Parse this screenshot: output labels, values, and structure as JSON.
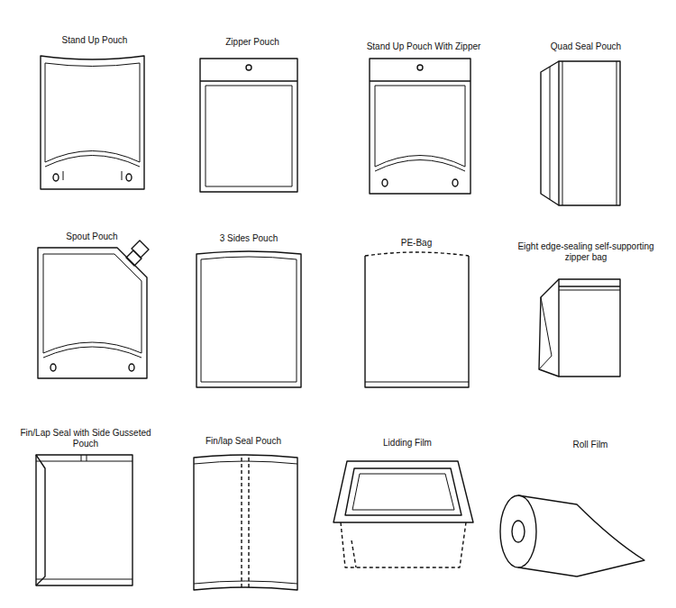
{
  "diagram": {
    "labels": [
      "Stand Up Pouch",
      "Zipper Pouch",
      "Stand Up Pouch With Zipper",
      "Quad Seal Pouch",
      "Spout Pouch",
      "3 Sides Pouch",
      "PE-Bag",
      "Eight edge-sealing self-supporting zipper bag",
      "Fin/Lap Seal with Side Gusseted Pouch",
      "Fin/lap Seal Pouch",
      "Lidding Film",
      "Roll Film"
    ]
  }
}
